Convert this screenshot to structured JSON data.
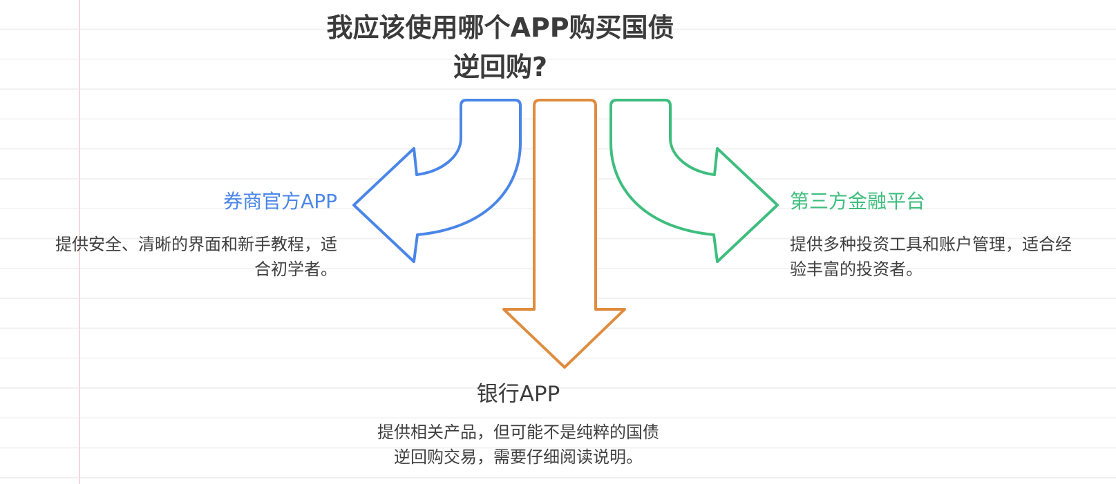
{
  "title": "我应该使用哪个APP购买国债\n逆回购?",
  "branches": {
    "broker": {
      "label": "券商官方APP",
      "description": "提供安全、清晰的界面和新手教程，适\n合初学者。",
      "direction": "left",
      "color": "#4a86e8"
    },
    "bank": {
      "label": "银行APP",
      "description": "提供相关产品，但可能不是纯粹的国债\n逆回购交易，需要仔细阅读说明。",
      "direction": "down",
      "color": "#df8c3e"
    },
    "third_party": {
      "label": "第三方金融平台",
      "description": "提供多种投资工具和账户管理，适合经\n验丰富的投资者。",
      "direction": "right",
      "color": "#3ebe7e"
    }
  },
  "canvas": {
    "background_color": "#ffffff",
    "ruled_line_color": "#f1f1f1",
    "margin_line_color": "#f8d6da",
    "title_color": "#3b3b3b",
    "body_text_color": "#3f3f3f"
  }
}
